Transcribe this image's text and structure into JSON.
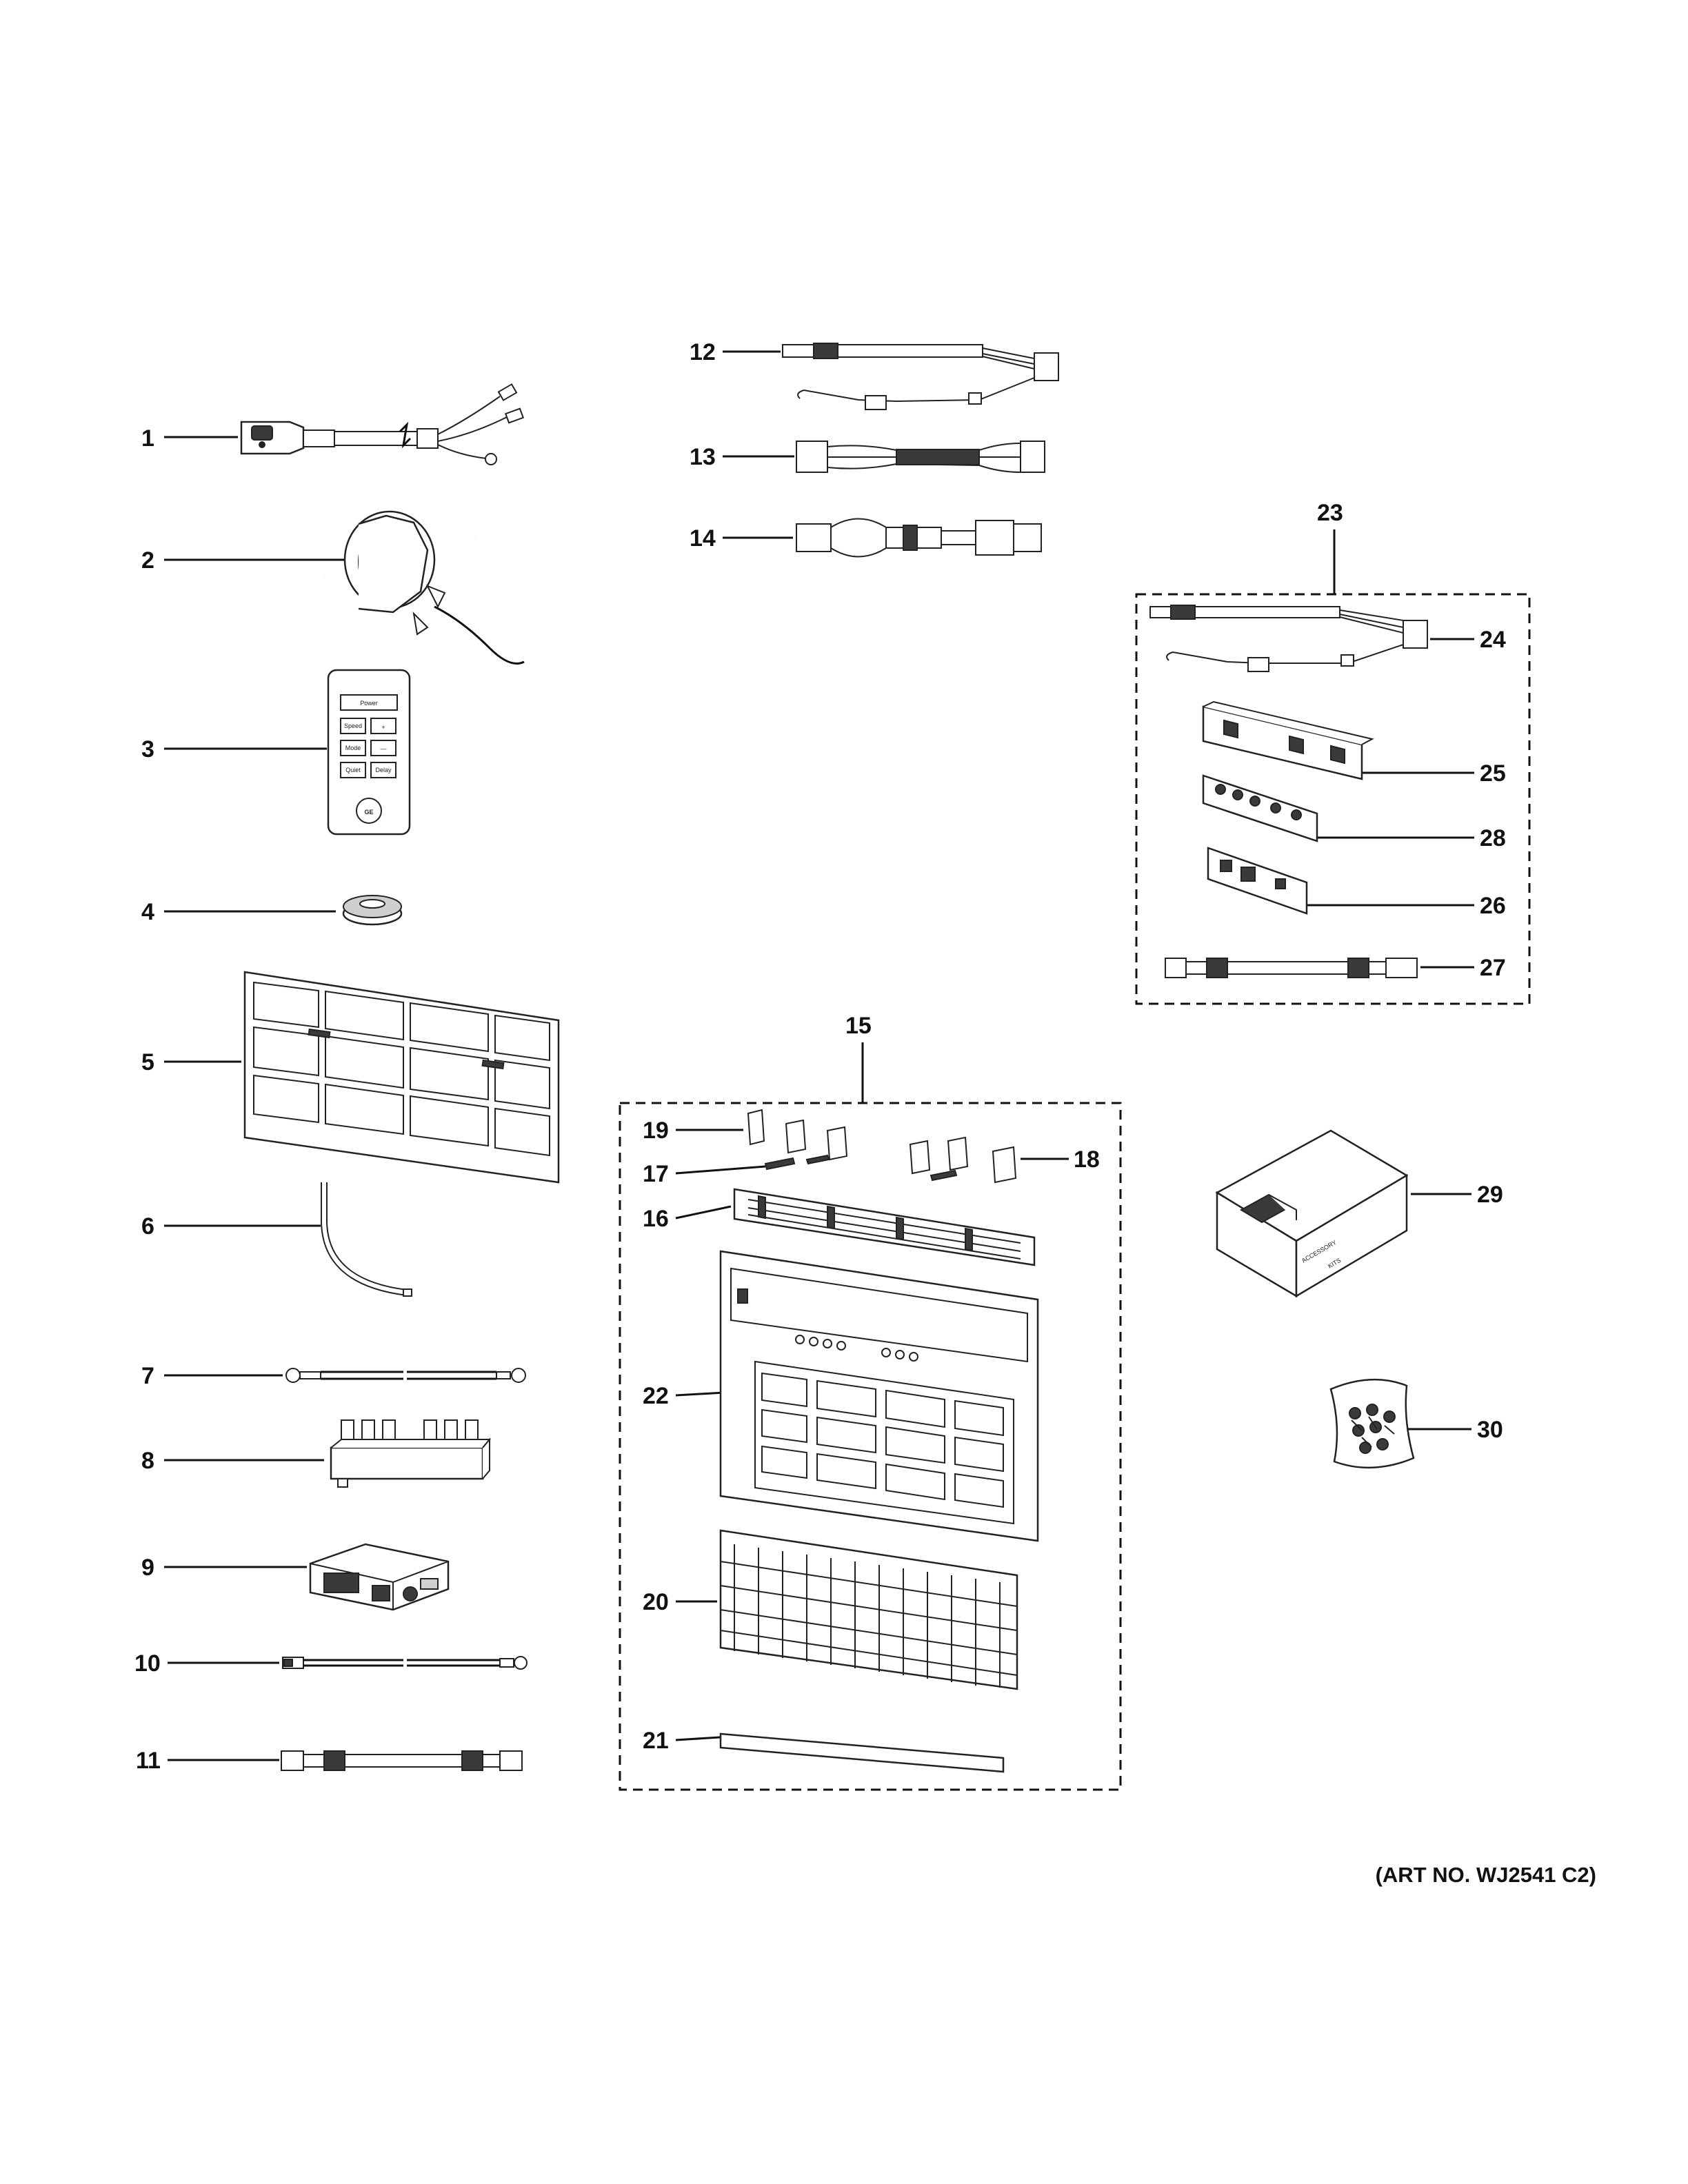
{
  "diagram": {
    "callouts": [
      {
        "id": "1",
        "label": "1"
      },
      {
        "id": "2",
        "label": "2"
      },
      {
        "id": "3",
        "label": "3"
      },
      {
        "id": "4",
        "label": "4"
      },
      {
        "id": "5",
        "label": "5"
      },
      {
        "id": "6",
        "label": "6"
      },
      {
        "id": "7",
        "label": "7"
      },
      {
        "id": "8",
        "label": "8"
      },
      {
        "id": "9",
        "label": "9"
      },
      {
        "id": "10",
        "label": "10"
      },
      {
        "id": "11",
        "label": "11"
      },
      {
        "id": "12",
        "label": "12"
      },
      {
        "id": "13",
        "label": "13"
      },
      {
        "id": "14",
        "label": "14"
      },
      {
        "id": "15",
        "label": "15"
      },
      {
        "id": "16",
        "label": "16"
      },
      {
        "id": "17",
        "label": "17"
      },
      {
        "id": "18",
        "label": "18"
      },
      {
        "id": "19",
        "label": "19"
      },
      {
        "id": "20",
        "label": "20"
      },
      {
        "id": "21",
        "label": "21"
      },
      {
        "id": "22",
        "label": "22"
      },
      {
        "id": "23",
        "label": "23"
      },
      {
        "id": "24",
        "label": "24"
      },
      {
        "id": "25",
        "label": "25"
      },
      {
        "id": "26",
        "label": "26"
      },
      {
        "id": "27",
        "label": "27"
      },
      {
        "id": "28",
        "label": "28"
      },
      {
        "id": "29",
        "label": "29"
      },
      {
        "id": "30",
        "label": "30"
      }
    ],
    "remote_buttons": {
      "power": "Power",
      "speed": "Speed",
      "plus": "+",
      "mode": "Mode",
      "minus": "—",
      "quiet": "Quiet",
      "delay": "Delay"
    },
    "remote_logo": "GE",
    "box_text_line1": "ACCESSORY",
    "box_text_line2": "KITS",
    "art_number": "(ART NO. WJ2541 C2)"
  }
}
